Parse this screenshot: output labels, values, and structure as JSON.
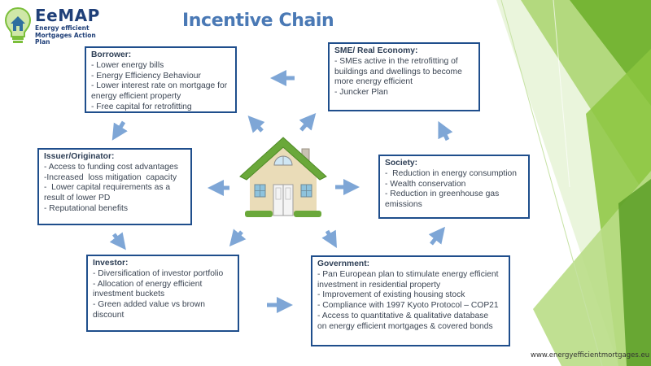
{
  "logo": {
    "brand": "EeMAP",
    "tagline": "Energy efficient Mortgages Action Plan",
    "icon": "house-lightbulb-icon"
  },
  "title": "Incentive Chain",
  "colors": {
    "box_border": "#1f4e8c",
    "title": "#4a79b5",
    "arrow": "#7ea6d6",
    "roof": "#6aa83a",
    "wall": "#e9d9b4",
    "deco_green": "#8cc63f"
  },
  "boxes": {
    "borrower": {
      "heading": "Borrower:",
      "lines": [
        "- Lower energy bills",
        "- Energy Efficiency Behaviour",
        "- Lower interest rate on mortgage for",
        "energy efficient property",
        "- Free capital for retrofitting"
      ]
    },
    "sme": {
      "heading": "SME/ Real Economy:",
      "lines": [
        "- SMEs active in the retrofitting of",
        "buildings and dwellings to become",
        "more energy efficient",
        "- Juncker Plan"
      ]
    },
    "issuer": {
      "heading": "Issuer/Originator:",
      "lines": [
        "- Access to funding cost advantages",
        "-Increased  loss mitigation  capacity",
        "-  Lower capital requirements as a",
        "result of lower PD",
        "- Reputational benefits"
      ]
    },
    "society": {
      "heading": "Society:",
      "lines": [
        "-  Reduction in energy consumption",
        "- Wealth conservation",
        "- Reduction in greenhouse gas",
        "emissions"
      ]
    },
    "investor": {
      "heading": "Investor:",
      "lines": [
        "- Diversification of investor portfolio",
        "- Allocation of energy efficient",
        "investment buckets",
        "- Green added value vs brown",
        "discount"
      ]
    },
    "government": {
      "heading": "Government:",
      "lines": [
        "- Pan European plan to stimulate energy efficient",
        "investment in residential property",
        "- Improvement of existing housing stock",
        "- Compliance with 1997 Kyoto Protocol – COP21",
        "- Access to quantitative & qualitative database",
        "on energy efficient mortgages & covered bonds"
      ]
    }
  },
  "footer_url": "www.energyefficientmortgages.eu"
}
